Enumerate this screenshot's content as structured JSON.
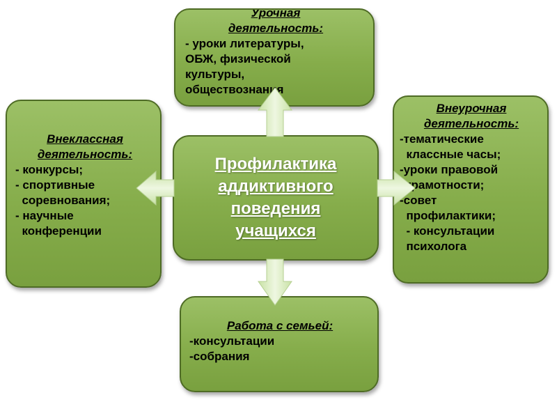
{
  "center": {
    "title": "Профилактика\nаддиктивного\nповедения\nучащихся"
  },
  "top": {
    "title": "Урочная\nдеятельность:",
    "items": [
      "- уроки литературы,",
      "ОБЖ, физической",
      "культуры,",
      "обществознания"
    ]
  },
  "left": {
    "title": "Внеклассная\nдеятельность:",
    "items": [
      "- конкурсы;",
      "- спортивные",
      "  соревнования;",
      "- научные",
      "  конференции"
    ]
  },
  "right": {
    "title": "Внеурочная\nдеятельность:",
    "items": [
      "-тематические",
      "  классные часы;",
      "-уроки правовой",
      "  грамотности;",
      "-совет",
      "  профилактики;",
      "  - консультации",
      "  психолога"
    ]
  },
  "bottom": {
    "title": "Работа с семьей:",
    "items": [
      "-консультации",
      "-собрания"
    ]
  },
  "colors": {
    "box_fill": "#8db553",
    "box_border": "#4e6b25",
    "arrow_fill": "#d8ebbf",
    "center_text": "#ffffff"
  }
}
